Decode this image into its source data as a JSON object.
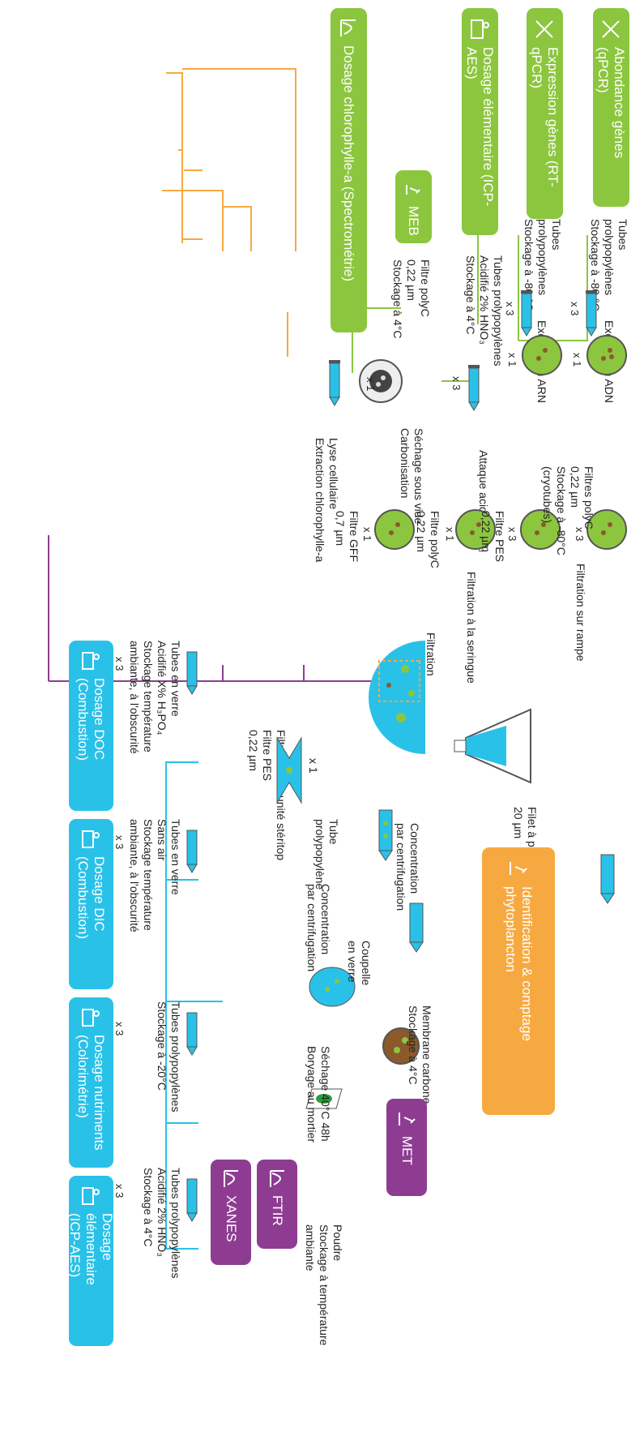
{
  "colors": {
    "green": "#8cc63f",
    "orange": "#f7a941",
    "purple": "#8e3c92",
    "cyan": "#29c1e8",
    "line_orange": "#f7a941",
    "line_green": "#8cc63f",
    "line_purple": "#8e3c92",
    "line_cyan": "#29c1e8"
  },
  "result_boxes": {
    "qpcr": "Abondance gènes (qPCR)",
    "rtqpcr": "Expression gènes (RT-qPCR)",
    "icp_top": "Dosage élémentaire (ICP-AES)",
    "meb": "MEB",
    "chloro": "Dosage chlorophylle-a (Spectrométrie)",
    "ident_line1": "Identification & comptage",
    "ident_line2": "phytoplancton",
    "met": "MET",
    "ftir": "FTIR",
    "xanes": "XANES",
    "dosage_icp_line1": "Dosage élémentaire",
    "dosage_icp_line2": "(ICP-AES)",
    "dosage_nut_line1": "Dosage nutriments",
    "dosage_nut_line2": "(Colorimétrie)",
    "dosage_dic_line1": "Dosage DIC",
    "dosage_dic_line2": "(Combustion)",
    "dosage_doc_line1": "Dosage DOC",
    "dosage_doc_line2": "(Combustion)"
  },
  "storage": {
    "adn": [
      "Tubes",
      "prolypopylènes",
      "Stockage à -80 °C"
    ],
    "arn": [
      "Tubes",
      "prolypopylènes",
      "Stockage à -80 °C"
    ],
    "hno3": [
      "Tubes prolypopylènes",
      "Acidifié 2% HNO₃",
      "Stockage à 4°C"
    ],
    "polyc_meb": [
      "Filtre polyC",
      "0,22 µm",
      "Stockage à 4°C"
    ]
  },
  "steps": {
    "extraction_adn": "Exctraction ADN",
    "extraction_arn": "Exctraction ARN",
    "attaque": "Attaque acide HNO₃",
    "sechage_vide": [
      "Séchage sous vide",
      "Carbonisation"
    ],
    "lyse": [
      "Lyse cellulaire",
      "Extraction chlorophylle-a"
    ]
  },
  "filters": {
    "polyc_cryo": [
      "Filtres polyC",
      "0,22 µm",
      "Stockage à -80°C",
      "(cryotubes)"
    ],
    "pes": [
      "Filtre PES",
      "0,22 µm"
    ],
    "polyc": [
      "Filtre polyC",
      "0,22 µm"
    ],
    "gff": [
      "Filtre GFF",
      "0,7 µm"
    ]
  },
  "methods": {
    "rampe": "Filtration sur rampe",
    "seringue": "Filtration à la seringue",
    "filtration": "Filtration",
    "steritop": [
      "Filtration sur unité stéritop",
      "Filtre PES",
      "0,22 µm"
    ]
  },
  "plankton": {
    "filet": [
      "Filet à placton",
      "20 µm"
    ],
    "tube": [
      "Tube",
      "prolypopylène"
    ],
    "conc1": [
      "Concentration",
      "par centrifugation"
    ],
    "conc2": [
      "Concentration",
      "par centrifugation"
    ],
    "coupelle": [
      "Coupelle",
      "en verre"
    ],
    "membrane": [
      "Membrane carbone",
      "Stockage à 4°C"
    ],
    "sechage": [
      "Séchage 40°C 48h",
      "Boryage au mortier"
    ],
    "poudre": [
      "Poudre",
      "Stockage à température",
      "ambiante"
    ]
  },
  "tubes_bottom": {
    "t1": [
      "Tubes prolypopylènes",
      "Acidifié 2% HNO₃",
      "Stockage à 4°C"
    ],
    "t2": [
      "Tubes prolypopylènes",
      "Stockage à -20°C"
    ],
    "t3": [
      "Tubes en verre",
      "Sans air",
      "Stockage température",
      "ambiante, à l'obscurité"
    ],
    "t4": [
      "Tubes en verre",
      "Acidifié X% H₃PO₄",
      "Stockage température",
      "ambiante, à l'obscurité"
    ]
  },
  "multipliers": {
    "x1": "x 1",
    "x3": "x 3"
  }
}
